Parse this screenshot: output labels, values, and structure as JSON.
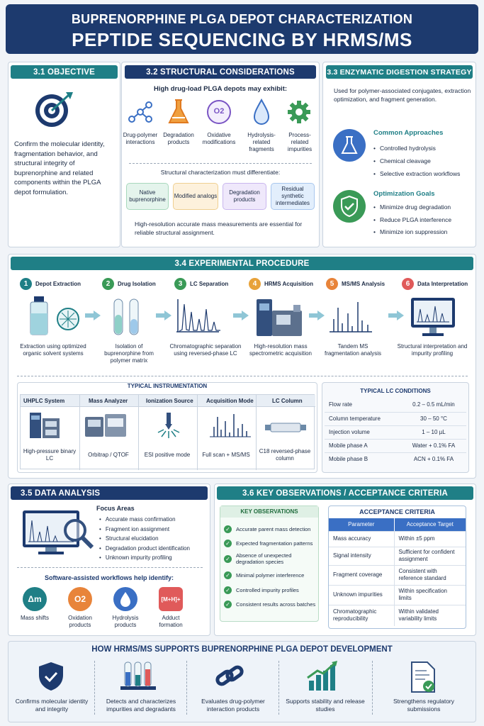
{
  "banner": {
    "line1": "BUPRENORPHINE PLGA DEPOT CHARACTERIZATION",
    "line2": "PEPTIDE SEQUENCING BY HRMS/MS"
  },
  "objective": {
    "title": "3.1 OBJECTIVE",
    "text": "Confirm the molecular identity, fragmentation behavior, and structural integrity of buprenorphine and related components within the PLGA depot formulation."
  },
  "structural": {
    "title": "3.2 STRUCTURAL CONSIDERATIONS",
    "intro": "High drug-load PLGA depots may exhibit:",
    "items": [
      "Drug-polymer interactions",
      "Degradation products",
      "Oxidative modifications",
      "Hydrolysis-related fragments",
      "Process-related impurities"
    ],
    "o2": "O2",
    "diff_intro": "Structural characterization must differentiate:",
    "pills": [
      "Native buprenorphine",
      "Modified analogs",
      "Degradation products",
      "Residual synthetic intermediates"
    ],
    "note": "High-resolution accurate mass measurements are essential for reliable structural assignment."
  },
  "enzymatic": {
    "title": "3.3 ENZYMATIC DIGESTION STRATEGY",
    "intro": "Used for polymer-associated conjugates, extraction optimization, and fragment generation.",
    "approaches_title": "Common Approaches",
    "approaches": [
      "Controlled hydrolysis",
      "Chemical cleavage",
      "Selective extraction workflows"
    ],
    "goals_title": "Optimization Goals",
    "goals": [
      "Minimize drug degradation",
      "Reduce PLGA interference",
      "Minimize ion suppression"
    ]
  },
  "procedure": {
    "title": "3.4 EXPERIMENTAL PROCEDURE",
    "steps": [
      {
        "n": "1",
        "name": "Depot Extraction",
        "desc": "Extraction using optimized organic solvent systems",
        "color": "#1f7f86"
      },
      {
        "n": "2",
        "name": "Drug Isolation",
        "desc": "Isolation of buprenorphine from polymer matrix",
        "color": "#3a9a57"
      },
      {
        "n": "3",
        "name": "LC Separation",
        "desc": "Chromatographic separation using reversed-phase LC",
        "color": "#3a9a57"
      },
      {
        "n": "4",
        "name": "HRMS Acquisition",
        "desc": "High-resolution mass spectrometric acquisition",
        "color": "#e8a23a"
      },
      {
        "n": "5",
        "name": "MS/MS Analysis",
        "desc": "Tandem MS fragmentation analysis",
        "color": "#e8843a"
      },
      {
        "n": "6",
        "name": "Data Interpretation",
        "desc": "Structural interpretation and impurity profiling",
        "color": "#e05a5a"
      }
    ],
    "instrumentation_title": "TYPICAL INSTRUMENTATION",
    "instruments": [
      {
        "head": "UHPLC System",
        "desc": "High-pressure binary LC"
      },
      {
        "head": "Mass Analyzer",
        "desc": "Orbitrap / QTOF"
      },
      {
        "head": "Ionization Source",
        "desc": "ESI positive mode"
      },
      {
        "head": "Acquisition Mode",
        "desc": "Full scan + MS/MS"
      },
      {
        "head": "LC Column",
        "desc": "C18 reversed-phase column"
      }
    ],
    "lc_title": "TYPICAL LC CONDITIONS",
    "lc": [
      {
        "k": "Flow rate",
        "v": "0.2 – 0.5 mL/min"
      },
      {
        "k": "Column temperature",
        "v": "30 – 50 °C"
      },
      {
        "k": "Injection volume",
        "v": "1 – 10 µL"
      },
      {
        "k": "Mobile phase A",
        "v": "Water + 0.1% FA"
      },
      {
        "k": "Mobile phase B",
        "v": "ACN + 0.1% FA"
      }
    ]
  },
  "analysis": {
    "title": "3.5 DATA ANALYSIS",
    "focus_title": "Focus Areas",
    "focus": [
      "Accurate mass confirmation",
      "Fragment ion assignment",
      "Structural elucidation",
      "Degradation product identification",
      "Unknown impurity profiling"
    ],
    "software": "Software-assisted workflows help identify:",
    "icons": [
      {
        "glyph": "Δm",
        "label": "Mass shifts",
        "color": "#1f7f86"
      },
      {
        "glyph": "O2",
        "label": "Oxidation products",
        "color": "#e8843a"
      },
      {
        "glyph": "",
        "label": "Hydrolysis products",
        "color": "#3a6fc4"
      },
      {
        "glyph": "[M+H]+",
        "label": "Adduct formation",
        "color": "#e05a5a"
      }
    ]
  },
  "observations": {
    "title": "3.6 KEY OBSERVATIONS / ACCEPTANCE CRITERIA",
    "key_title": "KEY OBSERVATIONS",
    "key": [
      "Accurate parent mass detection",
      "Expected fragmentation patterns",
      "Absence of unexpected degradation species",
      "Minimal polymer interference",
      "Controlled impurity profiles",
      "Consistent results across batches"
    ],
    "acc_title": "ACCEPTANCE CRITERIA",
    "acc_head": [
      "Parameter",
      "Acceptance Target"
    ],
    "acc": [
      {
        "p": "Mass accuracy",
        "t": "Within ±5 ppm"
      },
      {
        "p": "Signal intensity",
        "t": "Sufficient for confident assignment"
      },
      {
        "p": "Fragment coverage",
        "t": "Consistent with reference standard"
      },
      {
        "p": "Unknown impurities",
        "t": "Within specification limits"
      },
      {
        "p": "Chromatographic reproducibility",
        "t": "Within validated variability limits"
      }
    ]
  },
  "support": {
    "title": "HOW HRMS/MS SUPPORTS BUPRENORPHINE PLGA DEPOT DEVELOPMENT",
    "items": [
      "Confirms molecular identity and integrity",
      "Detects and characterizes impurities and degradants",
      "Evaluates drug-polymer interaction products",
      "Supports stability and release studies",
      "Strengthens regulatory submissions"
    ]
  }
}
